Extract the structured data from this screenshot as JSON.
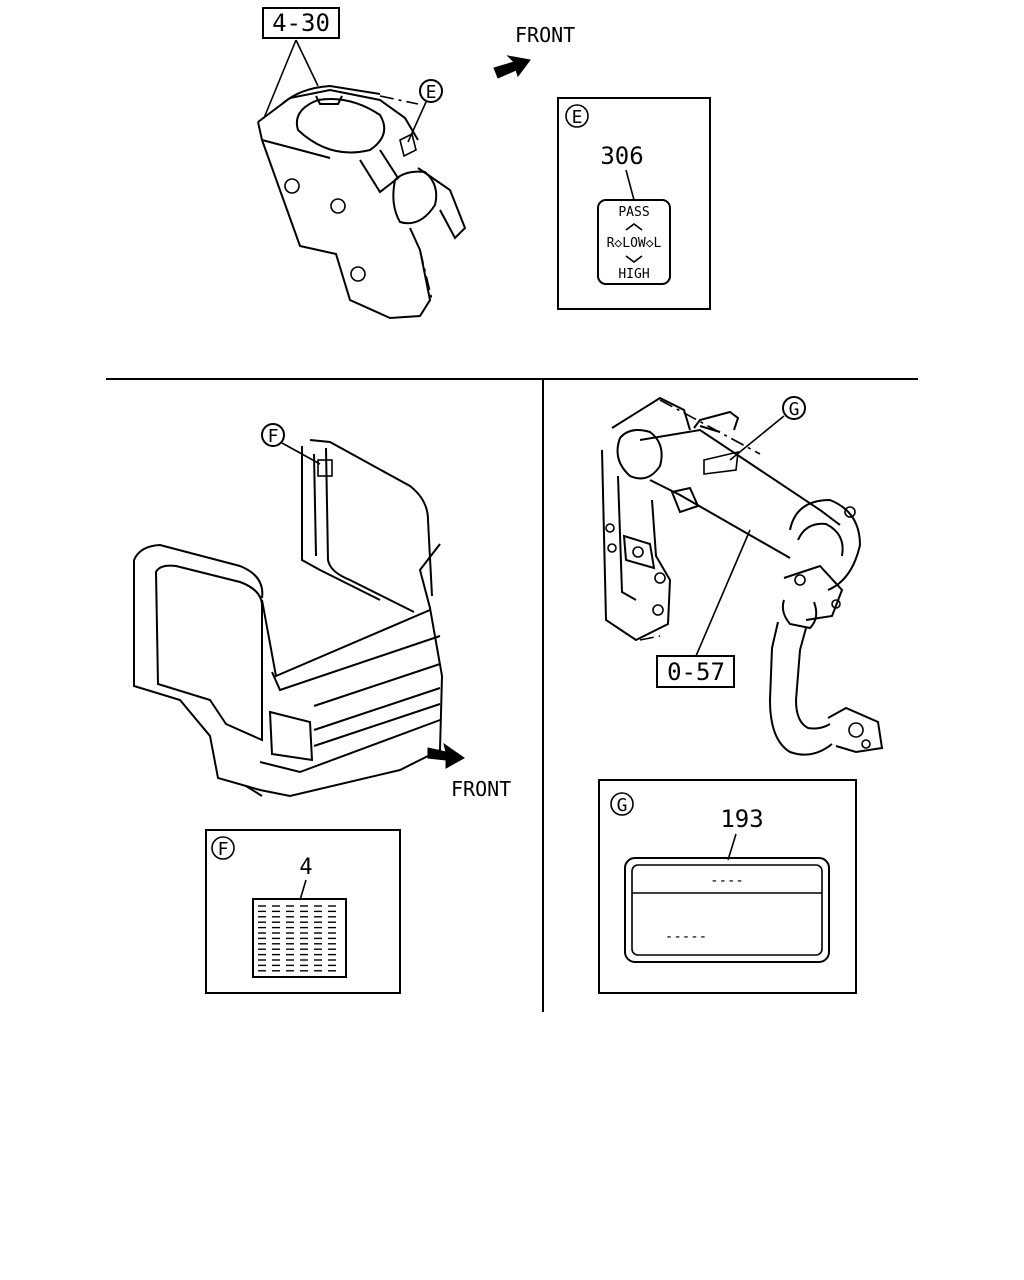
{
  "top": {
    "ref_label": "4-30",
    "callout_e": "E",
    "front_label": "FRONT",
    "detail_e": {
      "circle_label": "E",
      "part_number": "306",
      "switch_pass": "PASS",
      "switch_mid": "R◇LOW◇L",
      "switch_high": "HIGH"
    }
  },
  "bottom_left": {
    "callout_f": "F",
    "front_label": "FRONT",
    "detail_f": {
      "circle_label": "F",
      "part_number": "4"
    }
  },
  "bottom_right": {
    "callout_g": "G",
    "ref_label": "0-57",
    "detail_g": {
      "circle_label": "G",
      "part_number": "193",
      "line1": "----",
      "line2": "-----"
    }
  }
}
